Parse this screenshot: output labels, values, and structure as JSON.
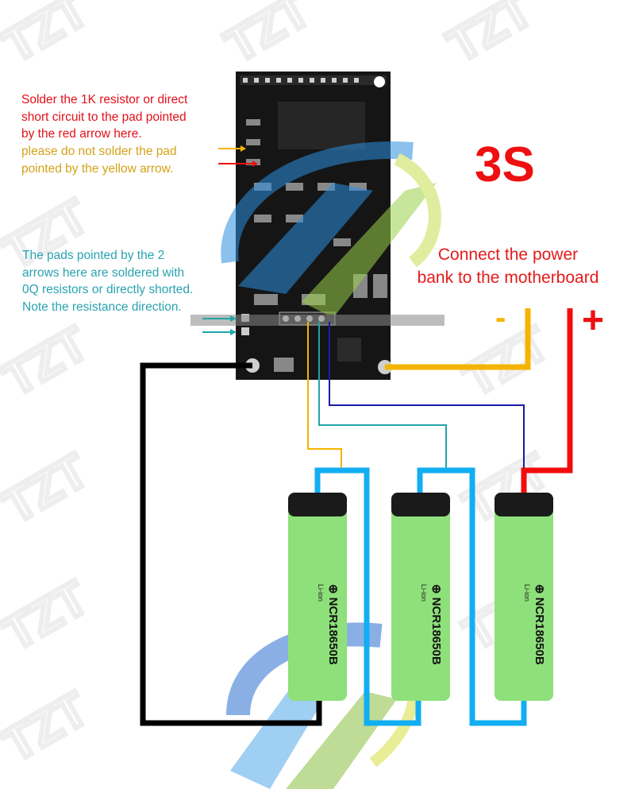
{
  "notes": {
    "red": "Solder the 1K resistor or direct\nshort circuit to the pad pointed\nby the red arrow here.",
    "yellow": "please do not solder the pad\npointed by the yellow arrow.",
    "teal": "The pads pointed by the 2\narrows here are soldered with\n0Q resistors or directly shorted.\nNote the resistance direction."
  },
  "config_label": "3S",
  "connect_label": "Connect the power\nbank to the motherboard",
  "minus_label": "-",
  "plus_label": "+",
  "watermark": "TZT",
  "batteries": [
    {
      "model": "NCR18650B",
      "chem": "Li-ion"
    },
    {
      "model": "NCR18650B",
      "chem": "Li-ion"
    },
    {
      "model": "NCR18650B",
      "chem": "Li-ion"
    }
  ],
  "colors": {
    "red": "#f20d0d",
    "yellow": "#f5b400",
    "blue": "#12aef2",
    "black": "#000000",
    "teal": "#1fa5a8",
    "navy": "#1a1aa8",
    "battery": "#8ee07a"
  }
}
